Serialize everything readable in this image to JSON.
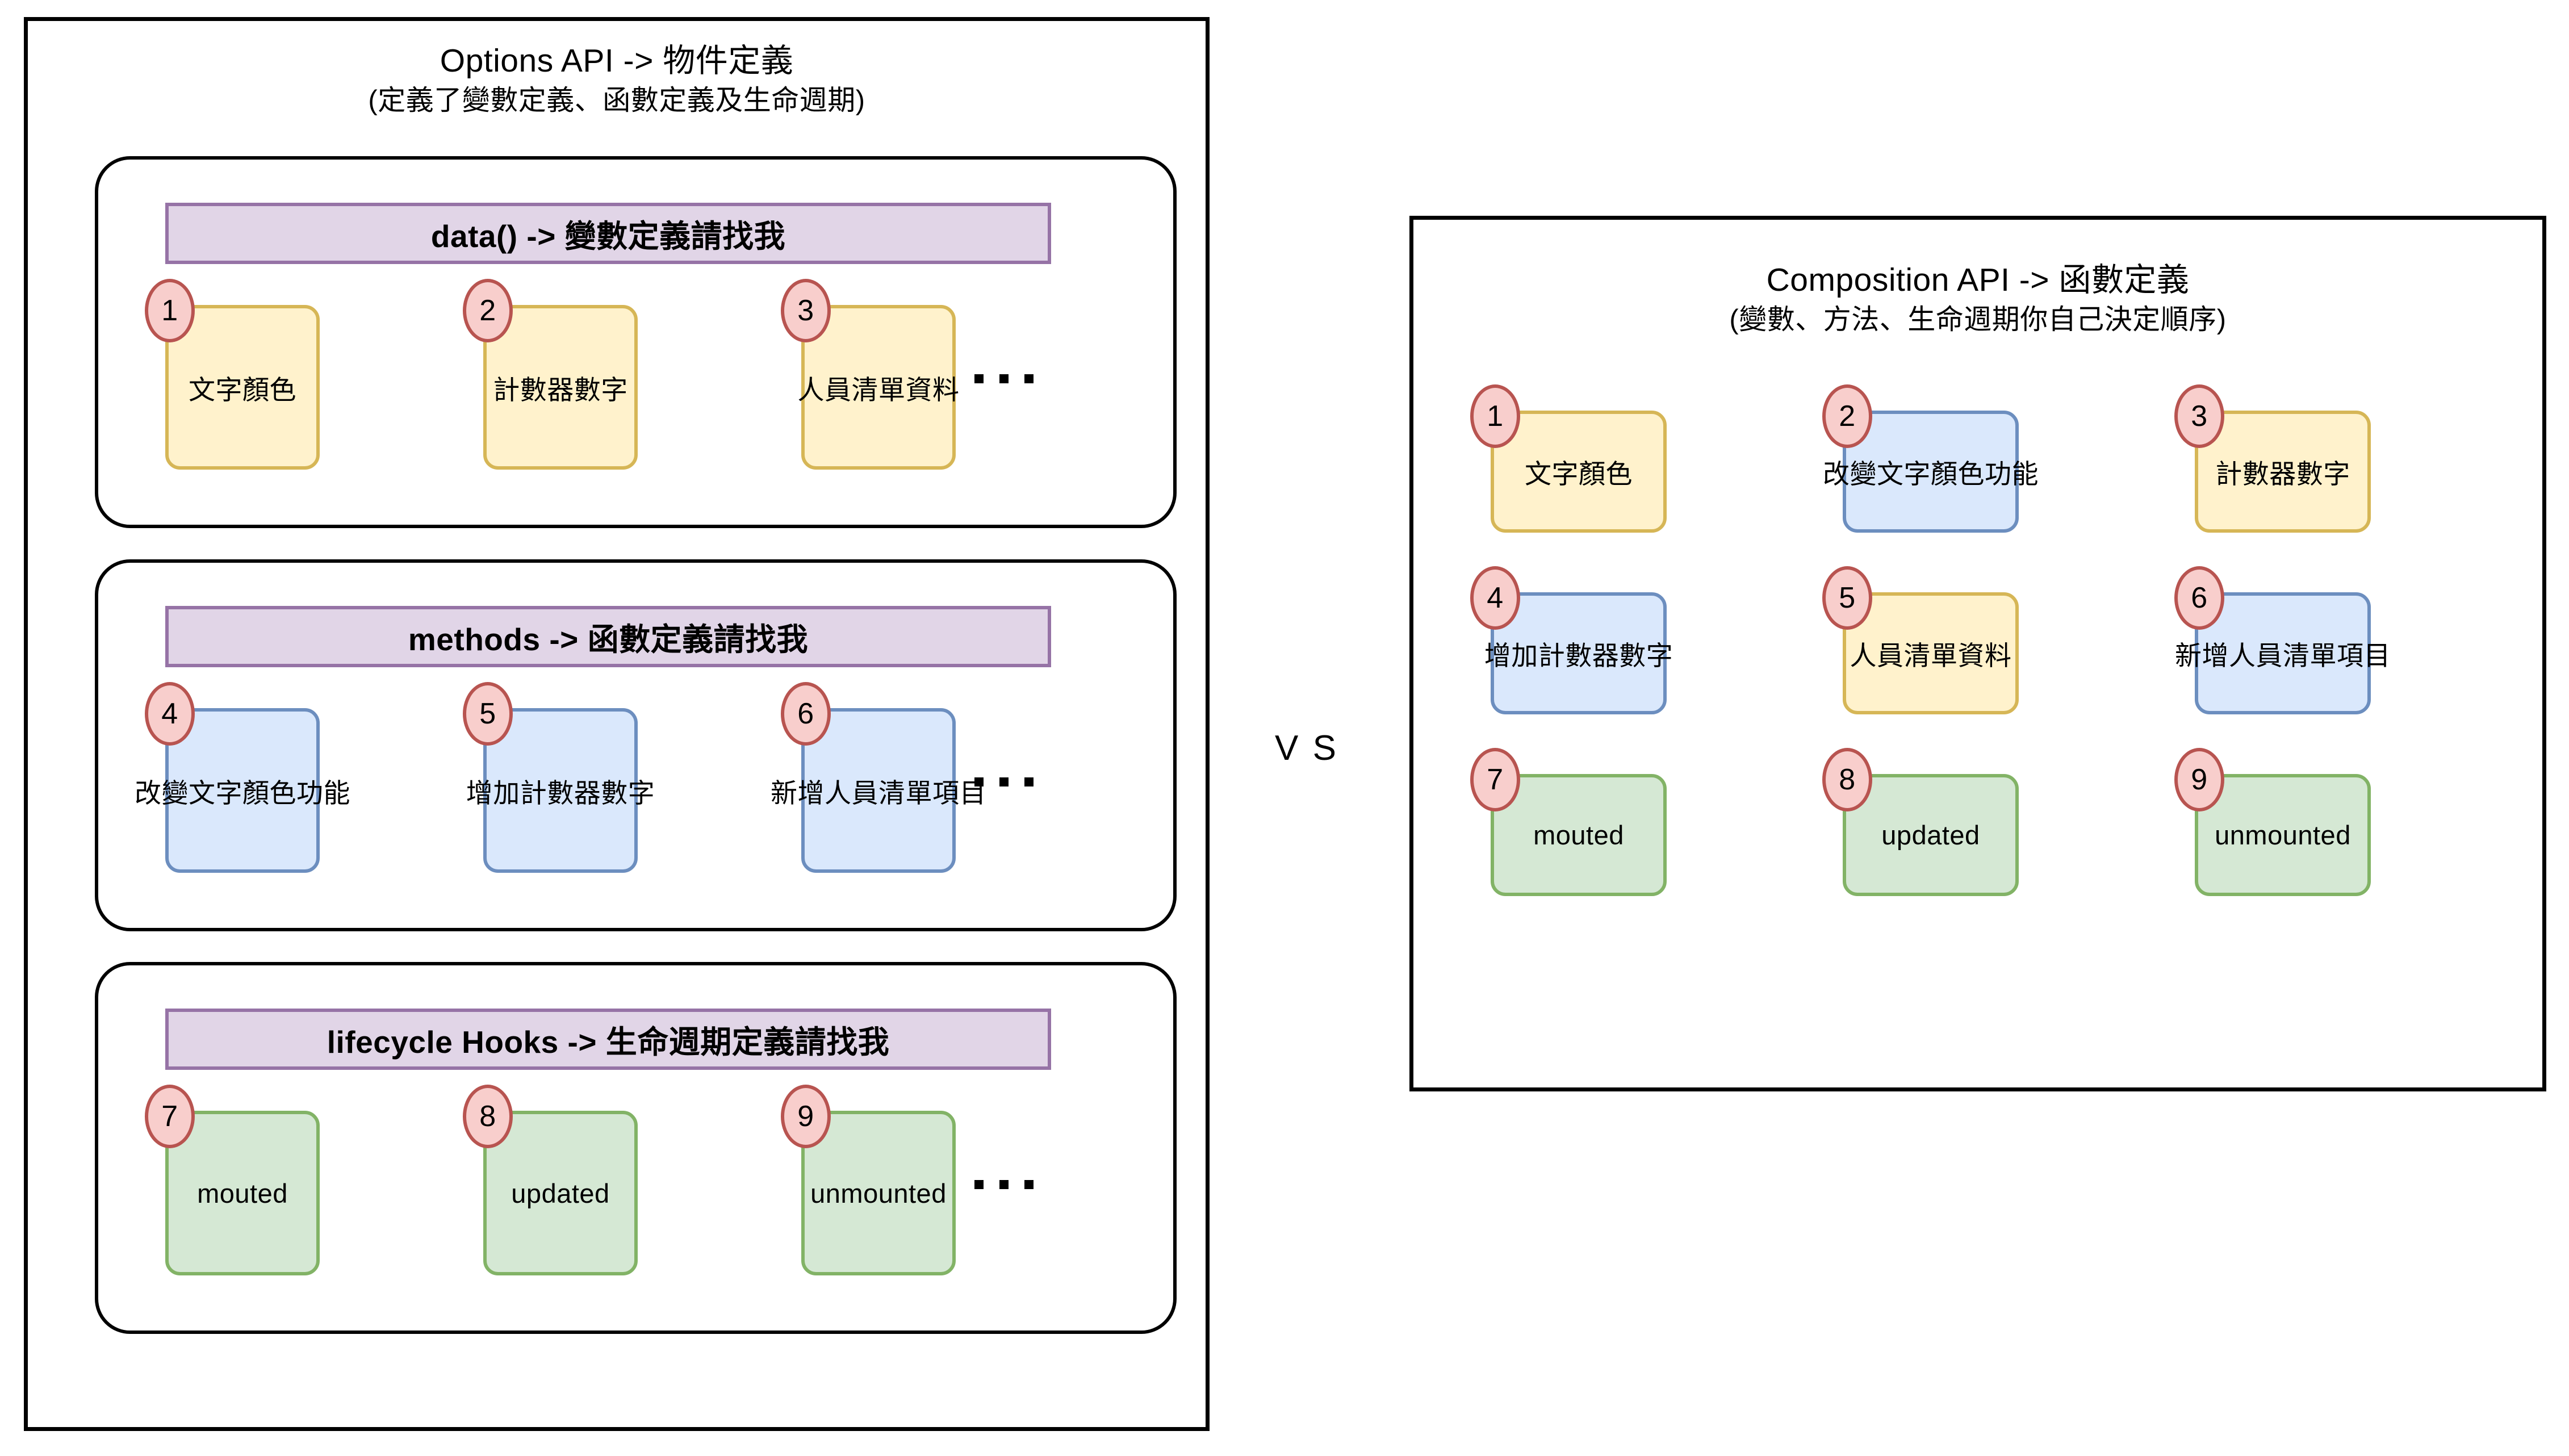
{
  "diagram": {
    "comparison_label": "V S"
  },
  "options_panel": {
    "title": "Options API -> 物件定義",
    "subtitle": "(定義了變數定義、函數定義及生命週期)",
    "ellipsis_symbol": "...",
    "sections": [
      {
        "header": "data() -> 變數定義請找我",
        "color": "#E1D5E7",
        "cards": [
          {
            "number": "1",
            "label": "文字顏色",
            "color": "yellow"
          },
          {
            "number": "2",
            "label": "計數器數字",
            "color": "yellow"
          },
          {
            "number": "3",
            "label": "人員清單資料",
            "color": "yellow"
          }
        ],
        "has_ellipsis": true
      },
      {
        "header": "methods -> 函數定義請找我",
        "color": "#E1D5E7",
        "cards": [
          {
            "number": "4",
            "label": "改變文字顏色功能",
            "color": "blue"
          },
          {
            "number": "5",
            "label": "增加計數器數字",
            "color": "blue"
          },
          {
            "number": "6",
            "label": "新增人員清單項目",
            "color": "blue"
          }
        ],
        "has_ellipsis": true
      },
      {
        "header": "lifecycle Hooks -> 生命週期定義請找我",
        "color": "#E1D5E7",
        "cards": [
          {
            "number": "7",
            "label": "mouted",
            "color": "green"
          },
          {
            "number": "8",
            "label": "updated",
            "color": "green"
          },
          {
            "number": "9",
            "label": "unmounted",
            "color": "green"
          }
        ],
        "has_ellipsis": true
      }
    ]
  },
  "composition_panel": {
    "title": "Composition API -> 函數定義",
    "subtitle": "(變數、方法、生命週期你自己決定順序)",
    "rows": [
      [
        {
          "number": "1",
          "label": "文字顏色",
          "color": "yellow"
        },
        {
          "number": "2",
          "label": "改變文字顏色功能",
          "color": "blue"
        },
        {
          "number": "3",
          "label": "計數器數字",
          "color": "yellow"
        }
      ],
      [
        {
          "number": "4",
          "label": "增加計數器數字",
          "color": "blue"
        },
        {
          "number": "5",
          "label": "人員清單資料",
          "color": "yellow"
        },
        {
          "number": "6",
          "label": "新增人員清單項目",
          "color": "blue"
        }
      ],
      [
        {
          "number": "7",
          "label": "mouted",
          "color": "green"
        },
        {
          "number": "8",
          "label": "updated",
          "color": "green"
        },
        {
          "number": "9",
          "label": "unmounted",
          "color": "green"
        }
      ]
    ]
  },
  "palette": {
    "yellow_fill": "#FFF2CC",
    "yellow_stroke": "#D6B656",
    "blue_fill": "#DAE8FC",
    "blue_stroke": "#6C8EBF",
    "green_fill": "#D5E8D4",
    "green_stroke": "#82B366",
    "purple_fill": "#E1D5E7",
    "purple_stroke": "#9673A6",
    "badge_fill": "#F8CECC",
    "badge_stroke": "#B85450",
    "outline": "#000000"
  }
}
